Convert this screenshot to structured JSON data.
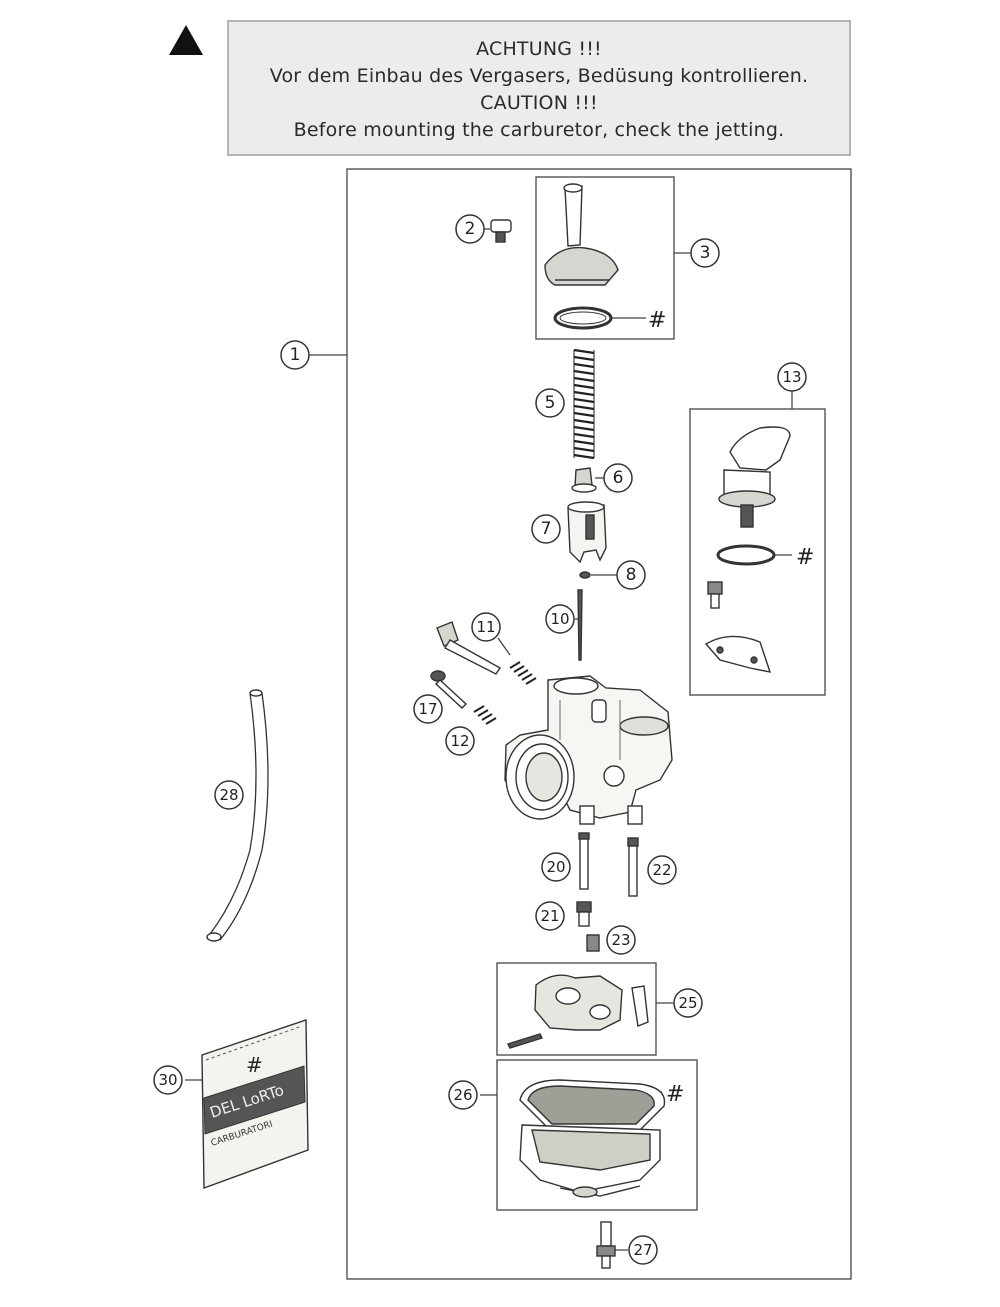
{
  "caution": {
    "line1": "ACHTUNG !!!",
    "line2": "Vor dem Einbau des Vergasers, Bedüsung kontrollieren.",
    "line3": "CAUTION !!!",
    "line4": "Before mounting the carburetor, check the jetting."
  },
  "warning_icon": "warning-triangle-icon",
  "callouts": {
    "c1": "1",
    "c2": "2",
    "c3": "3",
    "c5": "5",
    "c6": "6",
    "c7": "7",
    "c8": "8",
    "c10": "10",
    "c11": "11",
    "c12": "12",
    "c13": "13",
    "c17": "17",
    "c20": "20",
    "c21": "21",
    "c22": "22",
    "c23": "23",
    "c25": "25",
    "c26": "26",
    "c27": "27",
    "c28": "28",
    "c30": "30"
  },
  "hash_symbol": "#",
  "package": {
    "brand": "DEL LoRTo",
    "label": "CARBURATORI"
  },
  "colors": {
    "line": "#333333",
    "part_fill": "#ffffff",
    "part_shade": "#bdbdb6",
    "box_fill": "#ececea"
  }
}
